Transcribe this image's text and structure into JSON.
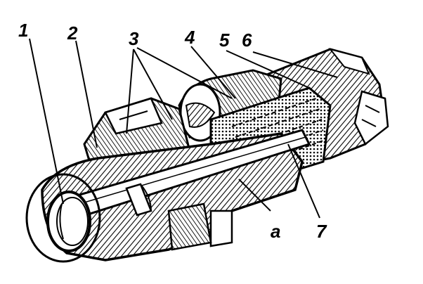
{
  "labels": {
    "l1": "1",
    "l2": "2",
    "l3": "3",
    "l4": "4",
    "l5": "5",
    "l6": "6",
    "la": "a",
    "l7": "7"
  },
  "colors": {
    "ink": "#000000",
    "paper": "#ffffff",
    "shade": "#3a3a3a"
  }
}
